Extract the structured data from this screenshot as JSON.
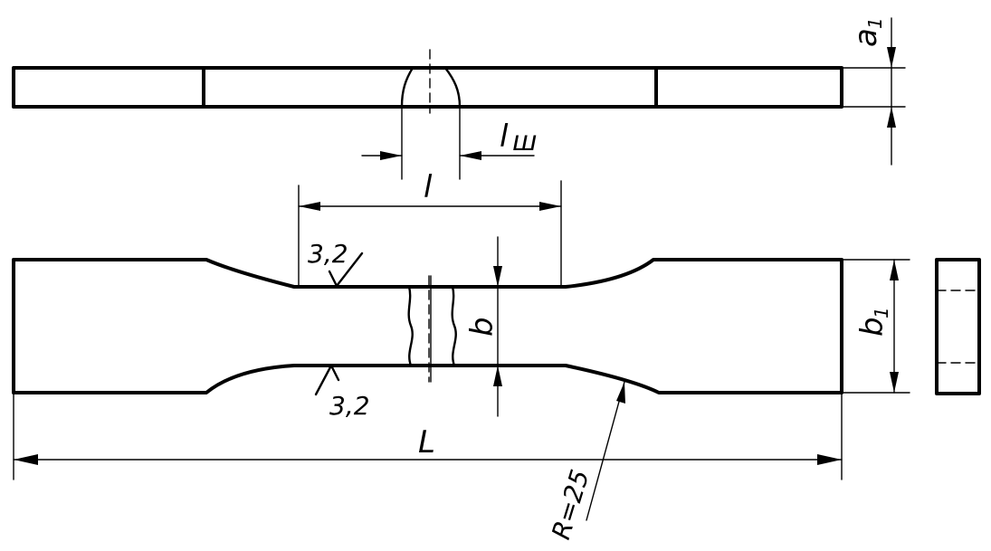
{
  "drawing": {
    "labels": {
      "a1_main": "a",
      "a1_sub": "1",
      "l_w_main": "l",
      "l_w_sub": "ш",
      "l": "l",
      "b": "b",
      "b1_main": "b",
      "b1_sub": "1",
      "L": "L",
      "roughness_top": "3,2",
      "roughness_bottom": "3,2",
      "radius": "R=25"
    }
  }
}
